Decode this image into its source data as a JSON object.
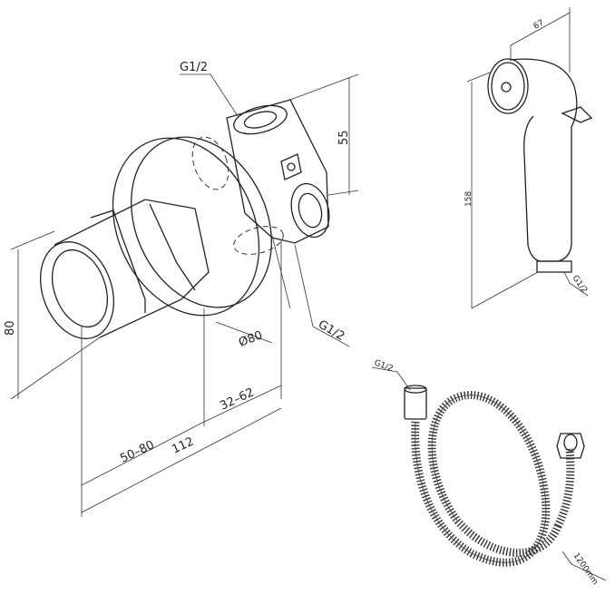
{
  "valve": {
    "inlet_top_label": "G1/2",
    "height_55": "55",
    "height_80": "80",
    "diameter_label": "Ø80",
    "outlet_label": "G1/2",
    "depth_range": "32–62",
    "handle_range": "50–80",
    "total_length": "112"
  },
  "hand_shower": {
    "width_label": "67",
    "height_label": "158",
    "thread_label": "G1/2"
  },
  "hose": {
    "thread_label": "G1/2",
    "length_label": "1200mm"
  }
}
